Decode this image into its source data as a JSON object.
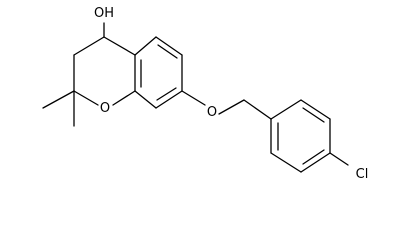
{
  "molecule": {
    "atoms": {
      "hydroxyl": "OH",
      "ring_oxygen": "O",
      "ether_oxygen": "O",
      "chlorine": "Cl"
    }
  },
  "colors": {
    "bond": "#000000",
    "background": "#ffffff"
  }
}
